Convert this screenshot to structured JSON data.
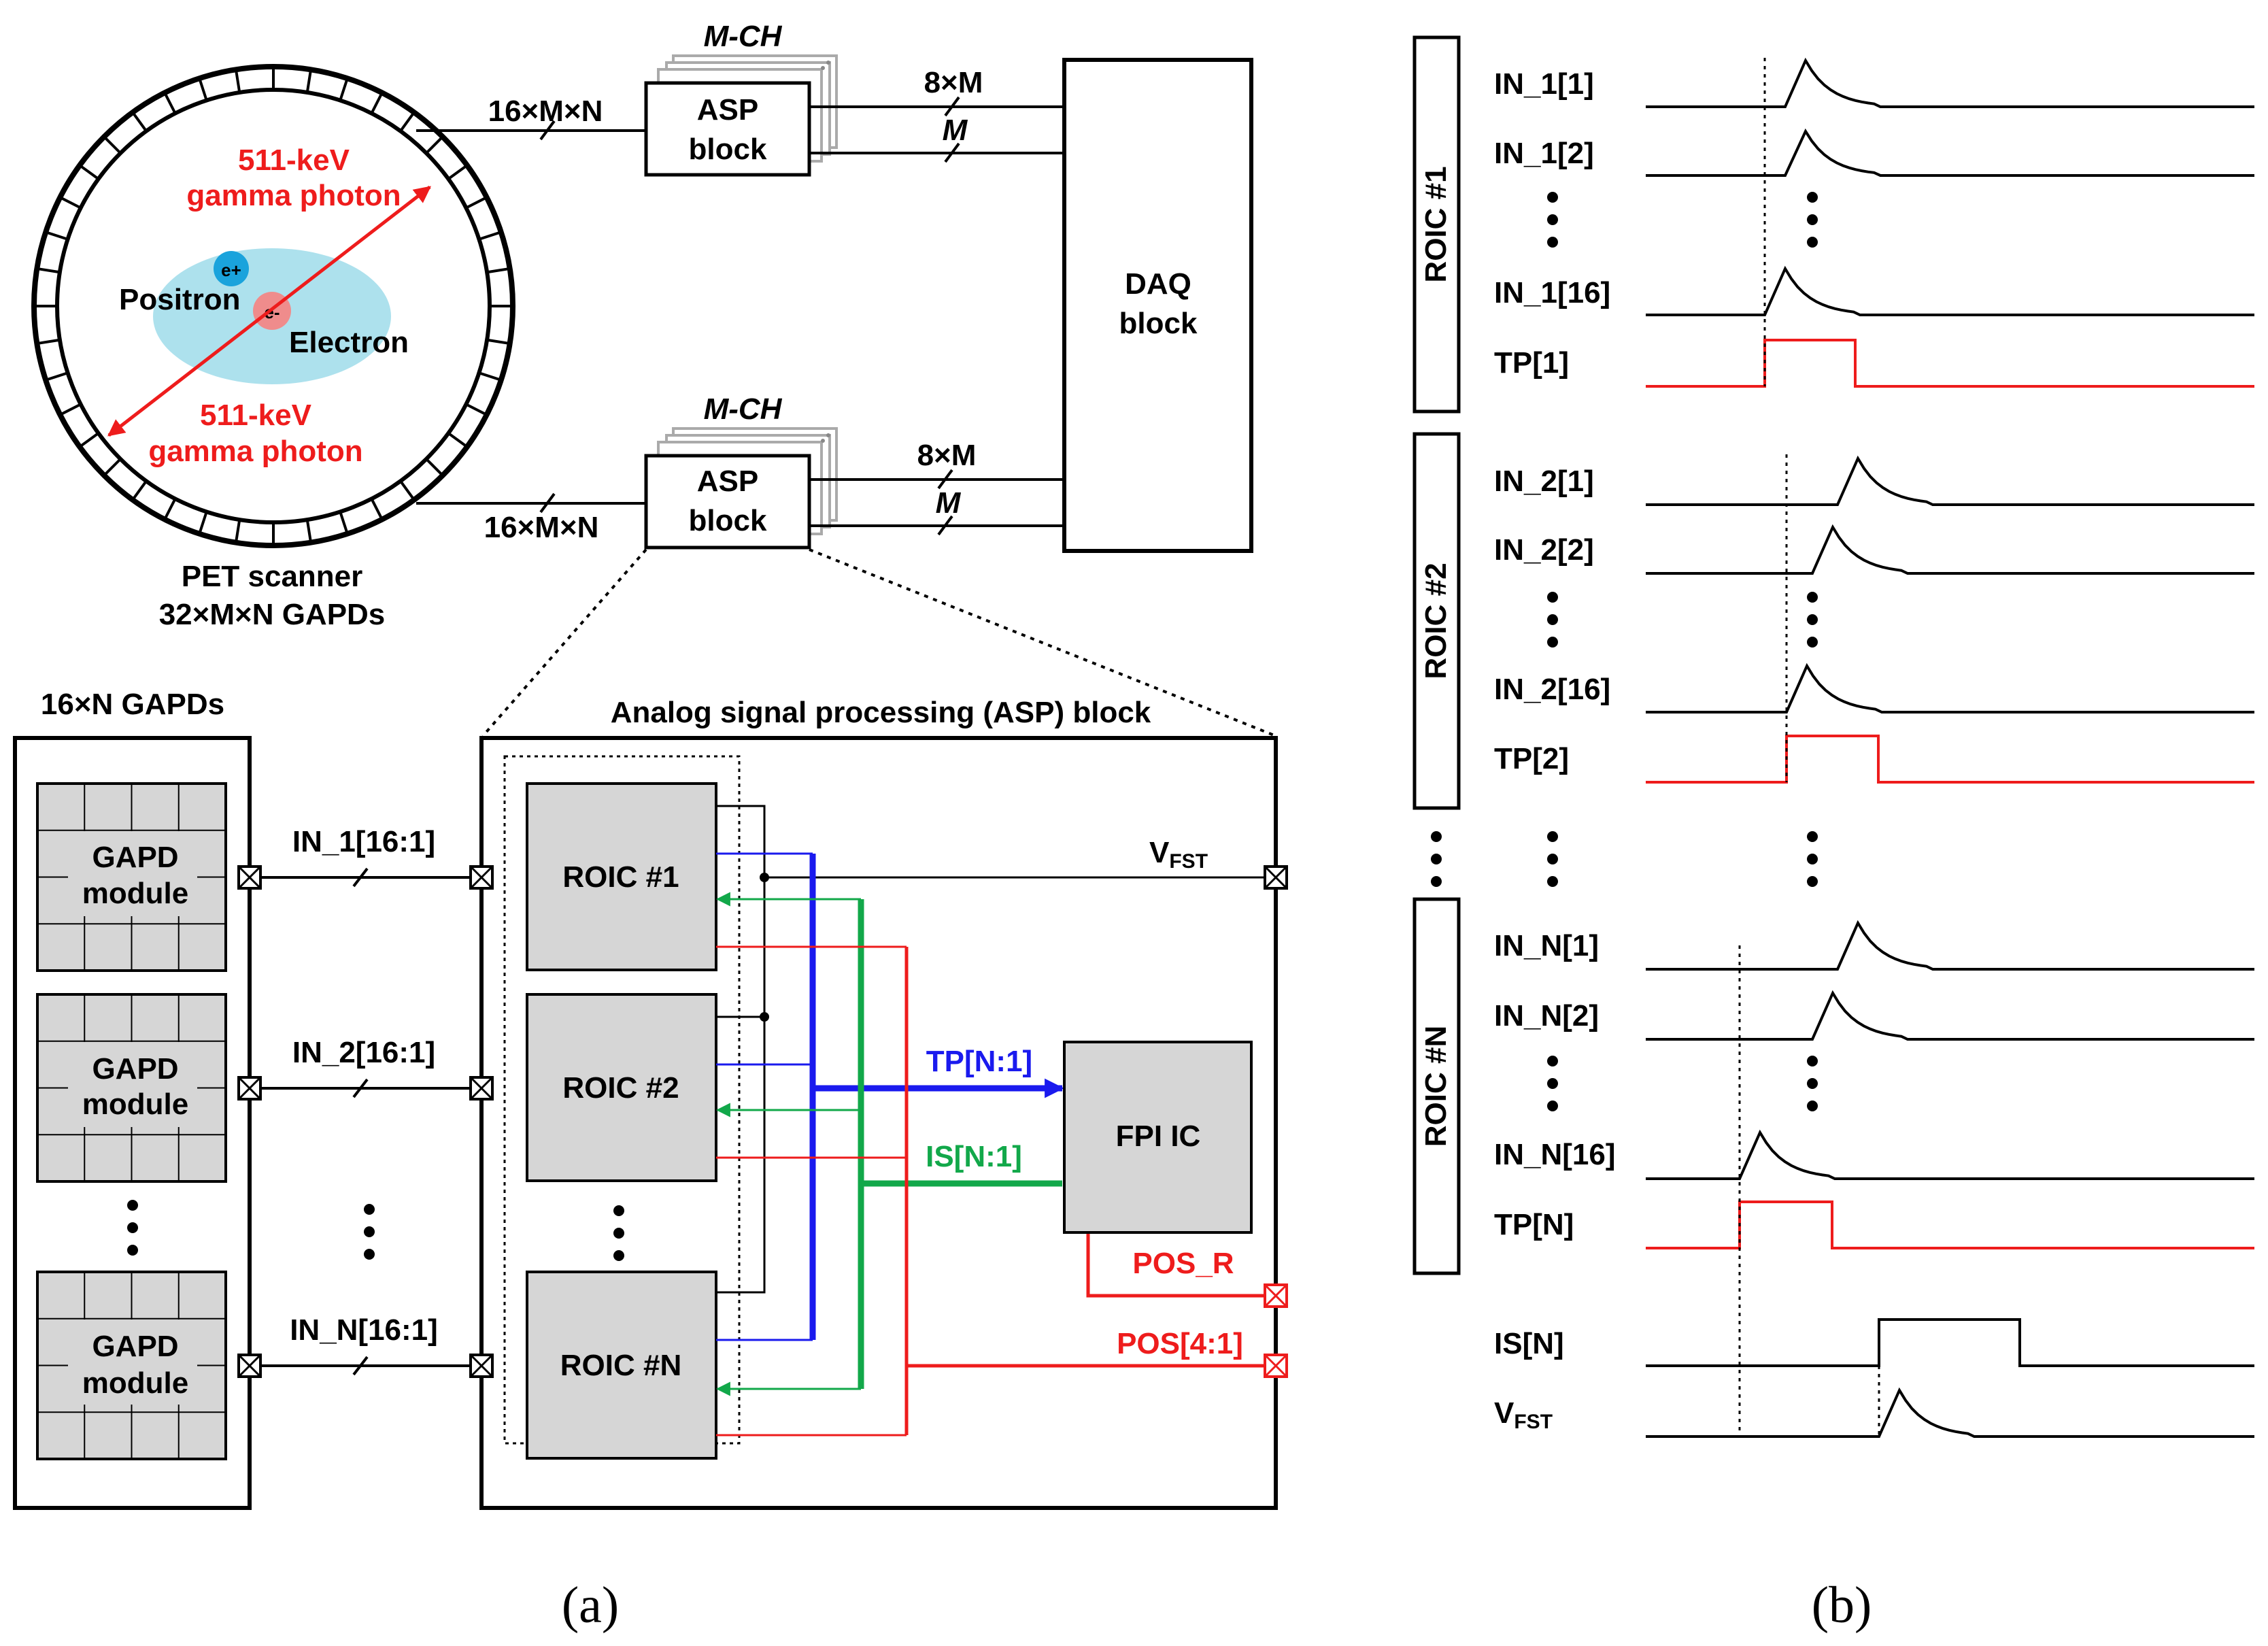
{
  "colors": {
    "red": "#ee1c1c",
    "blue": "#1a1aee",
    "green": "#12a84a",
    "gray": "#d6d6d6",
    "cyan": "#9fdcea",
    "positron": "#1aa3dc",
    "electron": "#ef8c8c"
  },
  "panel_a": {
    "caption": "(a)",
    "pet": {
      "title": "PET scanner",
      "subtitle": "32×M×N GAPDs",
      "positron_label": "Positron",
      "electron_label": "Electron",
      "positron_symbol": "e+",
      "electron_symbol": "e-",
      "photon_top": [
        "511-keV",
        "gamma photon"
      ],
      "photon_bottom": [
        "511-keV",
        "gamma photon"
      ]
    },
    "bus_top": "16×M×N",
    "bus_bottom": "16×M×N",
    "asp_top": {
      "ch": "M-CH",
      "label": [
        "ASP",
        "block"
      ],
      "bus1": "8×M",
      "bus2": "M"
    },
    "asp_bottom": {
      "ch": "M-CH",
      "label": [
        "ASP",
        "block"
      ],
      "bus1": "8×M",
      "bus2": "M"
    },
    "daq": [
      "DAQ",
      "block"
    ],
    "gapds_title": "16×N GAPDs",
    "gapd_modules": [
      [
        "GAPD",
        "module"
      ],
      [
        "GAPD",
        "module"
      ],
      [
        "GAPD",
        "module"
      ]
    ],
    "inputs": [
      "IN_1[16:1]",
      "IN_2[16:1]",
      "IN_N[16:1]"
    ],
    "asp_block_title": "Analog signal processing (ASP) block",
    "roics": [
      "ROIC #1",
      "ROIC #2",
      "ROIC #N"
    ],
    "vfst": {
      "main": "V",
      "sub": "FST"
    },
    "tp_bus": "TP[N:1]",
    "is_bus": "IS[N:1]",
    "fpi": "FPI IC",
    "pos_r": "POS_R",
    "pos": "POS[4:1]"
  },
  "panel_b": {
    "caption": "(b)",
    "groups": [
      {
        "roic": "ROIC #1",
        "signals": [
          "IN_1[1]",
          "IN_1[2]",
          "IN_1[16]"
        ],
        "tp": "TP[1]"
      },
      {
        "roic": "ROIC #2",
        "signals": [
          "IN_2[1]",
          "IN_2[2]",
          "IN_2[16]"
        ],
        "tp": "TP[2]"
      },
      {
        "roic": "ROIC #N",
        "signals": [
          "IN_N[1]",
          "IN_N[2]",
          "IN_N[16]"
        ],
        "tp": "TP[N]"
      }
    ],
    "is_label": "IS[N]",
    "vfst": {
      "main": "V",
      "sub": "FST"
    }
  }
}
